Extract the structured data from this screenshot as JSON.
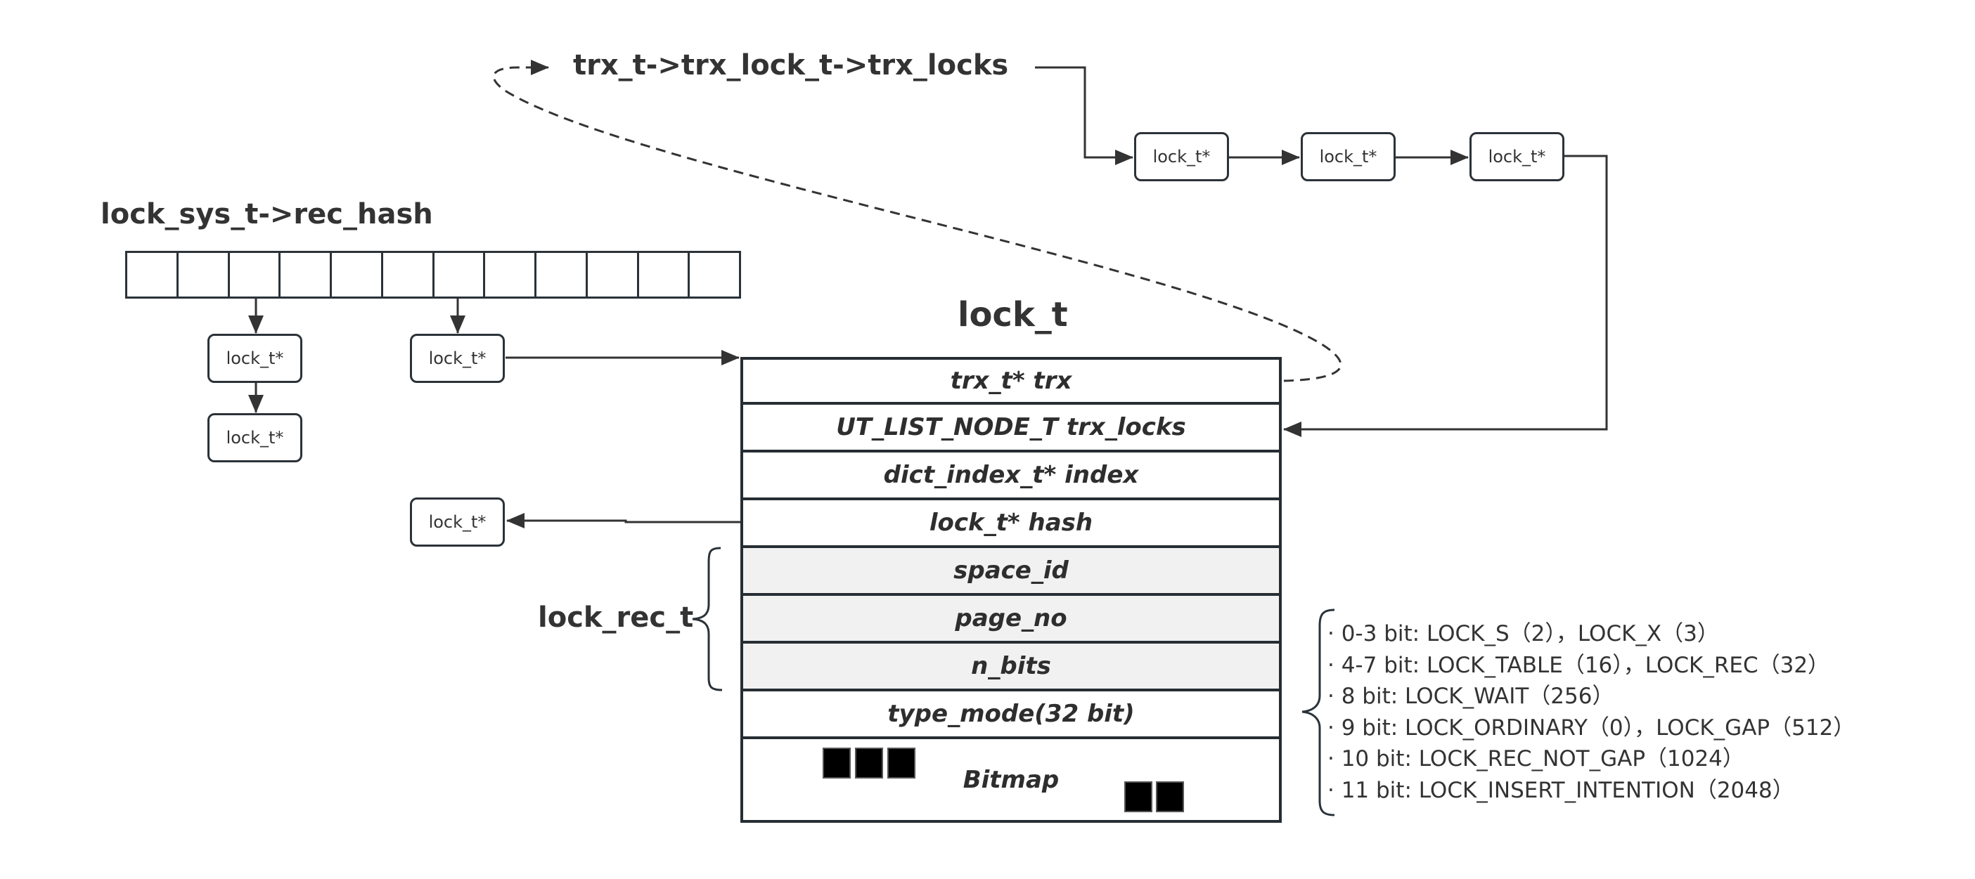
{
  "diagram": {
    "trx_list": {
      "title": "trx_t->trx_lock_t->trx_locks",
      "nodes": [
        "lock_t*",
        "lock_t*",
        "lock_t*"
      ]
    },
    "rec_hash": {
      "title": "lock_sys_t->rec_hash",
      "bucket_count": 12,
      "chain_a": [
        "lock_t*",
        "lock_t*"
      ],
      "chain_b": [
        "lock_t*"
      ]
    },
    "lock_t": {
      "title": "lock_t",
      "fields": [
        {
          "label": "trx_t* trx",
          "group": "lock_t"
        },
        {
          "label": "UT_LIST_NODE_T trx_locks",
          "group": "lock_t"
        },
        {
          "label": "dict_index_t* index",
          "group": "lock_t"
        },
        {
          "label": "lock_t* hash",
          "group": "lock_t"
        },
        {
          "label": "space_id",
          "group": "lock_rec_t"
        },
        {
          "label": "page_no",
          "group": "lock_rec_t"
        },
        {
          "label": "n_bits",
          "group": "lock_rec_t"
        },
        {
          "label": "type_mode(32 bit)",
          "group": "lock_t"
        },
        {
          "label": "Bitmap",
          "group": "lock_t"
        }
      ]
    },
    "hash_target": "lock_t*",
    "lock_rec_label": "lock_rec_t",
    "type_mode_bits": [
      "· 0-3 bit: LOCK_S（2），LOCK_X（3）",
      "· 4-7 bit: LOCK_TABLE（16），LOCK_REC（32）",
      "· 8 bit: LOCK_WAIT（256）",
      "· 9 bit: LOCK_ORDINARY（0），LOCK_GAP（512）",
      "· 10 bit: LOCK_REC_NOT_GAP（1024）",
      "· 11 bit: LOCK_INSERT_INTENTION（2048）"
    ],
    "colors": {
      "stroke": "#2b3238",
      "rec_fill": "#f1f1f1",
      "text": "#2e2e2e"
    }
  }
}
